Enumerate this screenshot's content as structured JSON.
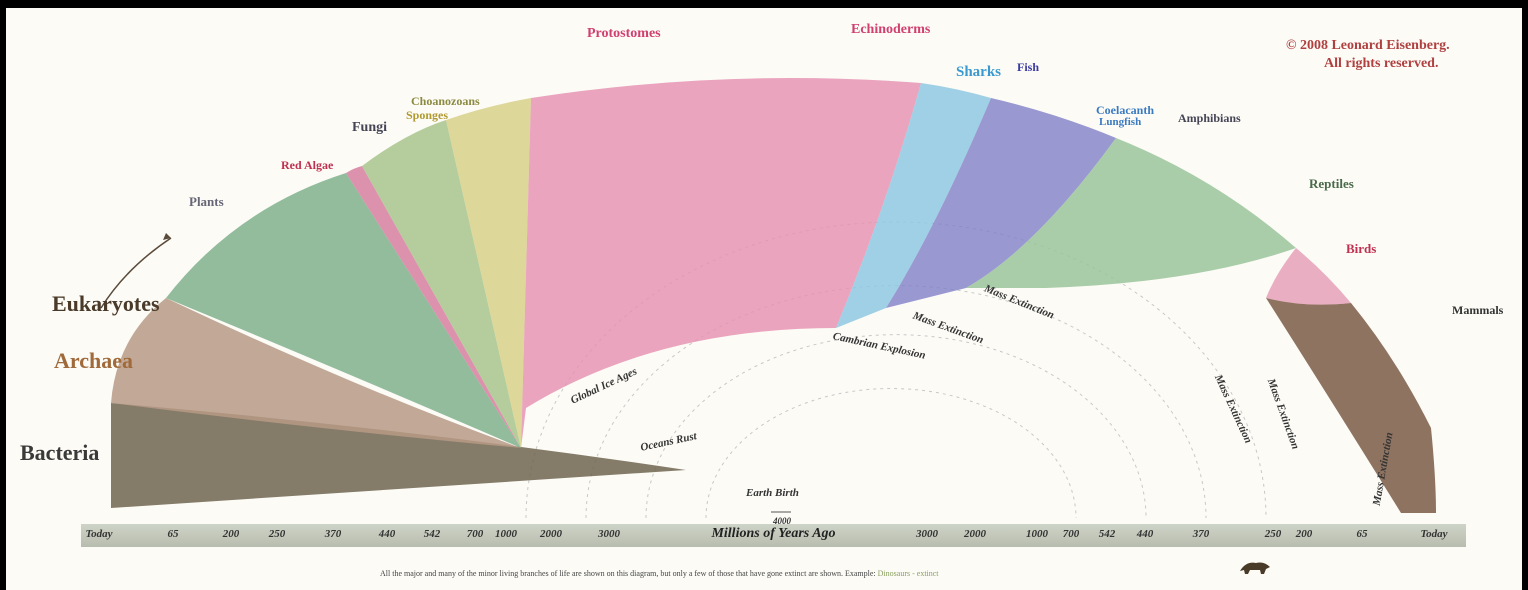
{
  "copyright": {
    "line1": "© 2008 Leonard Eisenberg.",
    "line2": "All rights reserved."
  },
  "domains": {
    "eukaryotes": "Eukaryotes",
    "archaea": "Archaea",
    "bacteria": "Bacteria"
  },
  "groups": {
    "plants": "Plants",
    "red_algae": "Red Algae",
    "fungi": "Fungi",
    "sponges": "Sponges",
    "choanozoans": "Choanozoans",
    "protostomes": "Protostomes",
    "echinoderms": "Echinoderms",
    "sharks": "Sharks",
    "fish": "Fish",
    "coelacanth": "Coelacanth",
    "lungfish": "Lungfish",
    "amphibians": "Amphibians",
    "reptiles": "Reptiles",
    "birds": "Birds",
    "mammals": "Mammals"
  },
  "events": {
    "global_ice_ages": "Global Ice Ages",
    "oceans_rust": "Oceans Rust",
    "earth_birth": "Earth Birth",
    "cambrian_explosion": "Cambrian Explosion",
    "mass_extinction_1": "Mass Extinction",
    "mass_extinction_2": "Mass Extinction",
    "mass_extinction_3": "Mass Extinction",
    "mass_extinction_4": "Mass Extinction",
    "mass_extinction_5": "Mass Extinction"
  },
  "axis": {
    "title": "Millions of Years Ago",
    "left_ticks": [
      "Today",
      "65",
      "200",
      "250",
      "370",
      "440",
      "542",
      "700",
      "1000",
      "2000",
      "3000"
    ],
    "center_tick": "4000",
    "right_ticks": [
      "3000",
      "2000",
      "1000",
      "700",
      "542",
      "440",
      "370",
      "250",
      "200",
      "65",
      "Today"
    ]
  },
  "footnote": "All the major and many of the minor living branches of life are shown on this diagram, but only a few of those that have gone extinct are shown. Example: ",
  "footnote_example": "Dinosaurs - extinct",
  "colors": {
    "bacteria": "#6e6450",
    "archaea": "#b79a86",
    "plants": "#7fb08c",
    "red_algae": "#d67fa0",
    "fungi": "#a8c48c",
    "sponges": "#d8d08a",
    "protostomes": "#e58fb0",
    "sharks": "#8fc8e2",
    "fish": "#7f80c8",
    "amphibians": "#8fbf92",
    "reptiles": "#9ac49a",
    "birds": "#e6a0b8",
    "mammals": "#7a5a46"
  }
}
